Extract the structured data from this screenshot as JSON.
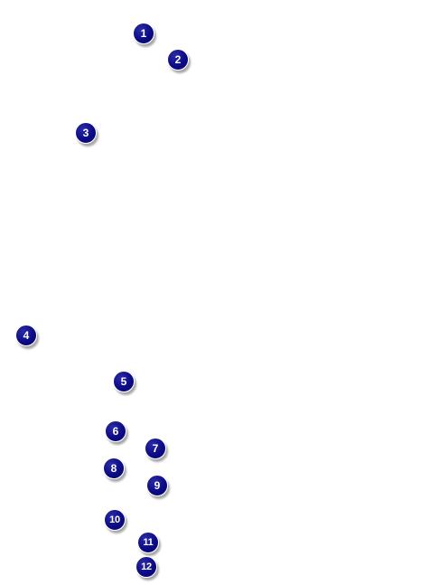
{
  "markers": [
    {
      "label": "1"
    },
    {
      "label": "2"
    },
    {
      "label": "3"
    },
    {
      "label": "4"
    },
    {
      "label": "5"
    },
    {
      "label": "6"
    },
    {
      "label": "7"
    },
    {
      "label": "8"
    },
    {
      "label": "9"
    },
    {
      "label": "10"
    },
    {
      "label": "11"
    },
    {
      "label": "12"
    }
  ],
  "colors": {
    "marker_fill": "#0b0b86",
    "marker_text": "#ffffff",
    "background": "#ffffff"
  }
}
